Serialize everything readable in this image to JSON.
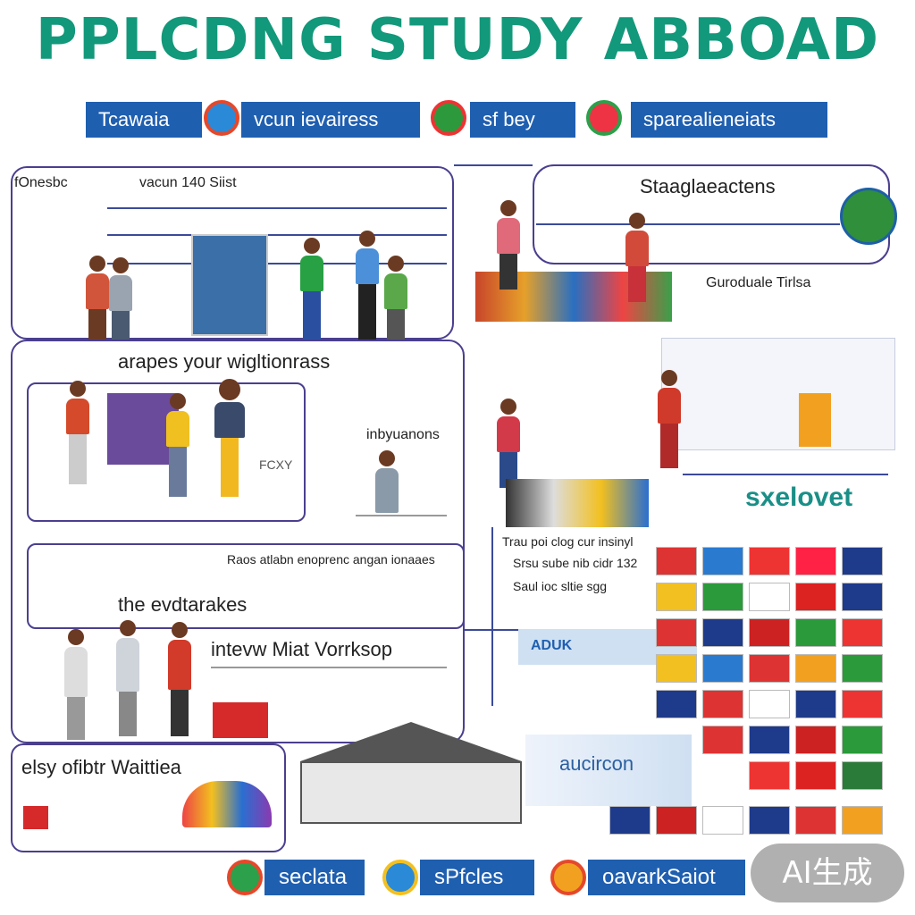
{
  "title": "PPLCDNG STUDY ABBOAD",
  "top_ribbons": [
    "Tcawaia",
    "vcun ievairess",
    "sf  bey",
    "sparealieneiats"
  ],
  "panels": {
    "top_left_label": "fOnesbc",
    "top_left_sub": "vacun 140 Siist",
    "top_right_label": "Staaglaeactens",
    "top_right_sub": "Guroduale Tirlsa",
    "mid_left_label": "arapes your wigltionrass",
    "mid_left_side": "inbyuanons",
    "mid_left_fcxy": "FCXY",
    "mid_strip": "Raos atlabn enoprenc angan ionaaes",
    "ew_label": "the evdtarakes",
    "workshop": "intevw  Miat  Vorrksop",
    "bottom_left_label": "elsy ofibtr Waittiea",
    "right_text_lines": [
      "Trau poi clog  cur insinyl",
      "Srsu sube nib cidr 132",
      "Saul ioc sltie sgg"
    ],
    "exelouet": "sxelovet",
    "aucircon": "aucircon",
    "aduk": "ADUK"
  },
  "bottom_ribbons": [
    "seclata",
    "sPfcles",
    "oavarkSaiot"
  ],
  "ai_badge": "AI生成",
  "colors": {
    "title": "#12987a",
    "ribbon": "#1f5fb0",
    "panel_border": "#4a3f8f",
    "teal_text": "#1a8f87"
  }
}
